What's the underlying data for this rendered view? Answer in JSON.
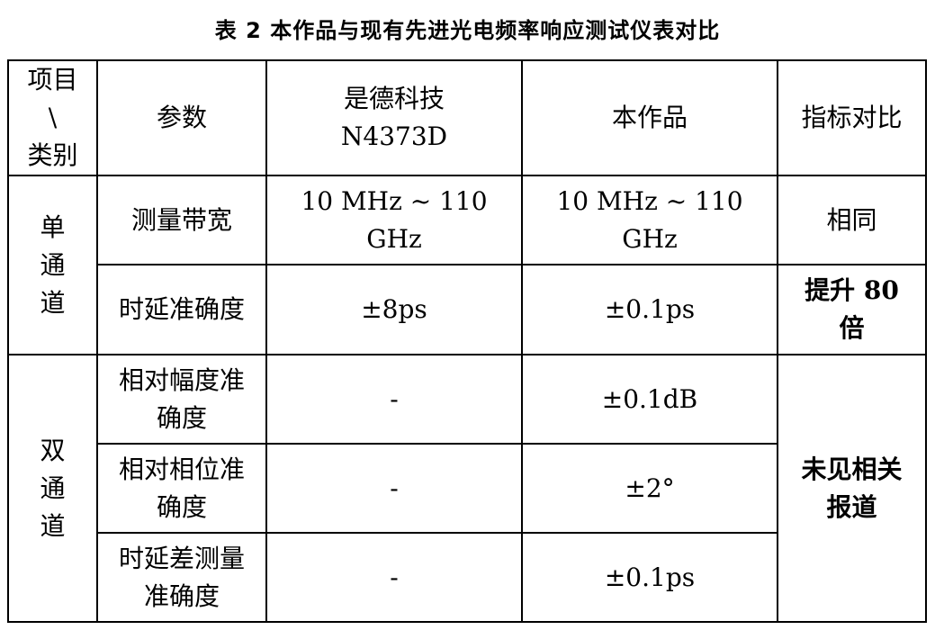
{
  "caption": "表 2  本作品与现有先进光电频率响应测试仪表对比",
  "header": {
    "category": "项目\n\\\n类别",
    "param": "参数",
    "keysight": "是德科技\nN4373D",
    "ours": "本作品",
    "compare": "指标对比"
  },
  "groups": [
    {
      "label": "单\n通\n道",
      "rows": [
        {
          "param": "测量带宽",
          "keysight": "10 MHz ~ 110 GHz",
          "ours": "10 MHz ~ 110 GHz",
          "compare": "相同"
        },
        {
          "param": "时延准确度",
          "keysight": "±8ps",
          "ours": "±0.1ps",
          "compare": "提升 80\n倍"
        }
      ]
    },
    {
      "label": "双\n通\n道",
      "compare": "未见相关\n报道",
      "rows": [
        {
          "param": "相对幅度准\n确度",
          "keysight": "-",
          "ours": "±0.1dB"
        },
        {
          "param": "相对相位准\n确度",
          "keysight": "-",
          "ours": "±2°"
        },
        {
          "param": "时延差测量\n准确度",
          "keysight": "-",
          "ours": "±0.1ps"
        }
      ]
    }
  ]
}
